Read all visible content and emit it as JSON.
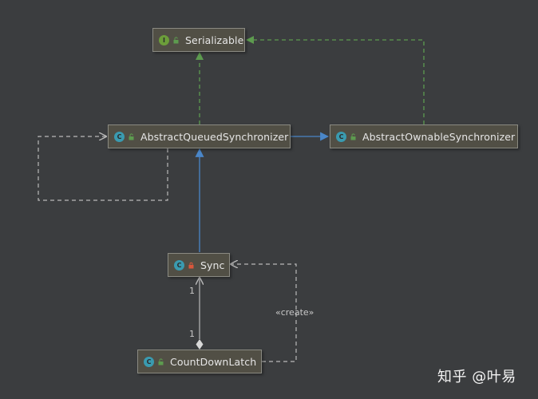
{
  "nodes": {
    "serializable": {
      "label": "Serializable",
      "kind": "interface",
      "kind_letter": "I",
      "access": "public"
    },
    "aqs": {
      "label": "AbstractQueuedSynchronizer",
      "kind": "abstract-class",
      "kind_letter": "C",
      "access": "public"
    },
    "aos": {
      "label": "AbstractOwnableSynchronizer",
      "kind": "abstract-class",
      "kind_letter": "C",
      "access": "public"
    },
    "sync": {
      "label": "Sync",
      "kind": "static-nested-class",
      "kind_letter": "C",
      "access": "private"
    },
    "countdownlatch": {
      "label": "CountDownLatch",
      "kind": "class",
      "kind_letter": "C",
      "access": "public"
    }
  },
  "edge_labels": {
    "create": "«create»",
    "multiplicity_sync": "1",
    "multiplicity_latch": "1"
  },
  "colors": {
    "background": "#3b3d3f",
    "node_fill": "#514f45",
    "implements_green": "#5d9b4f",
    "extends_blue": "#4a86c8",
    "dependency_gray": "#b9b9b9"
  },
  "watermark": "知乎 @叶易"
}
